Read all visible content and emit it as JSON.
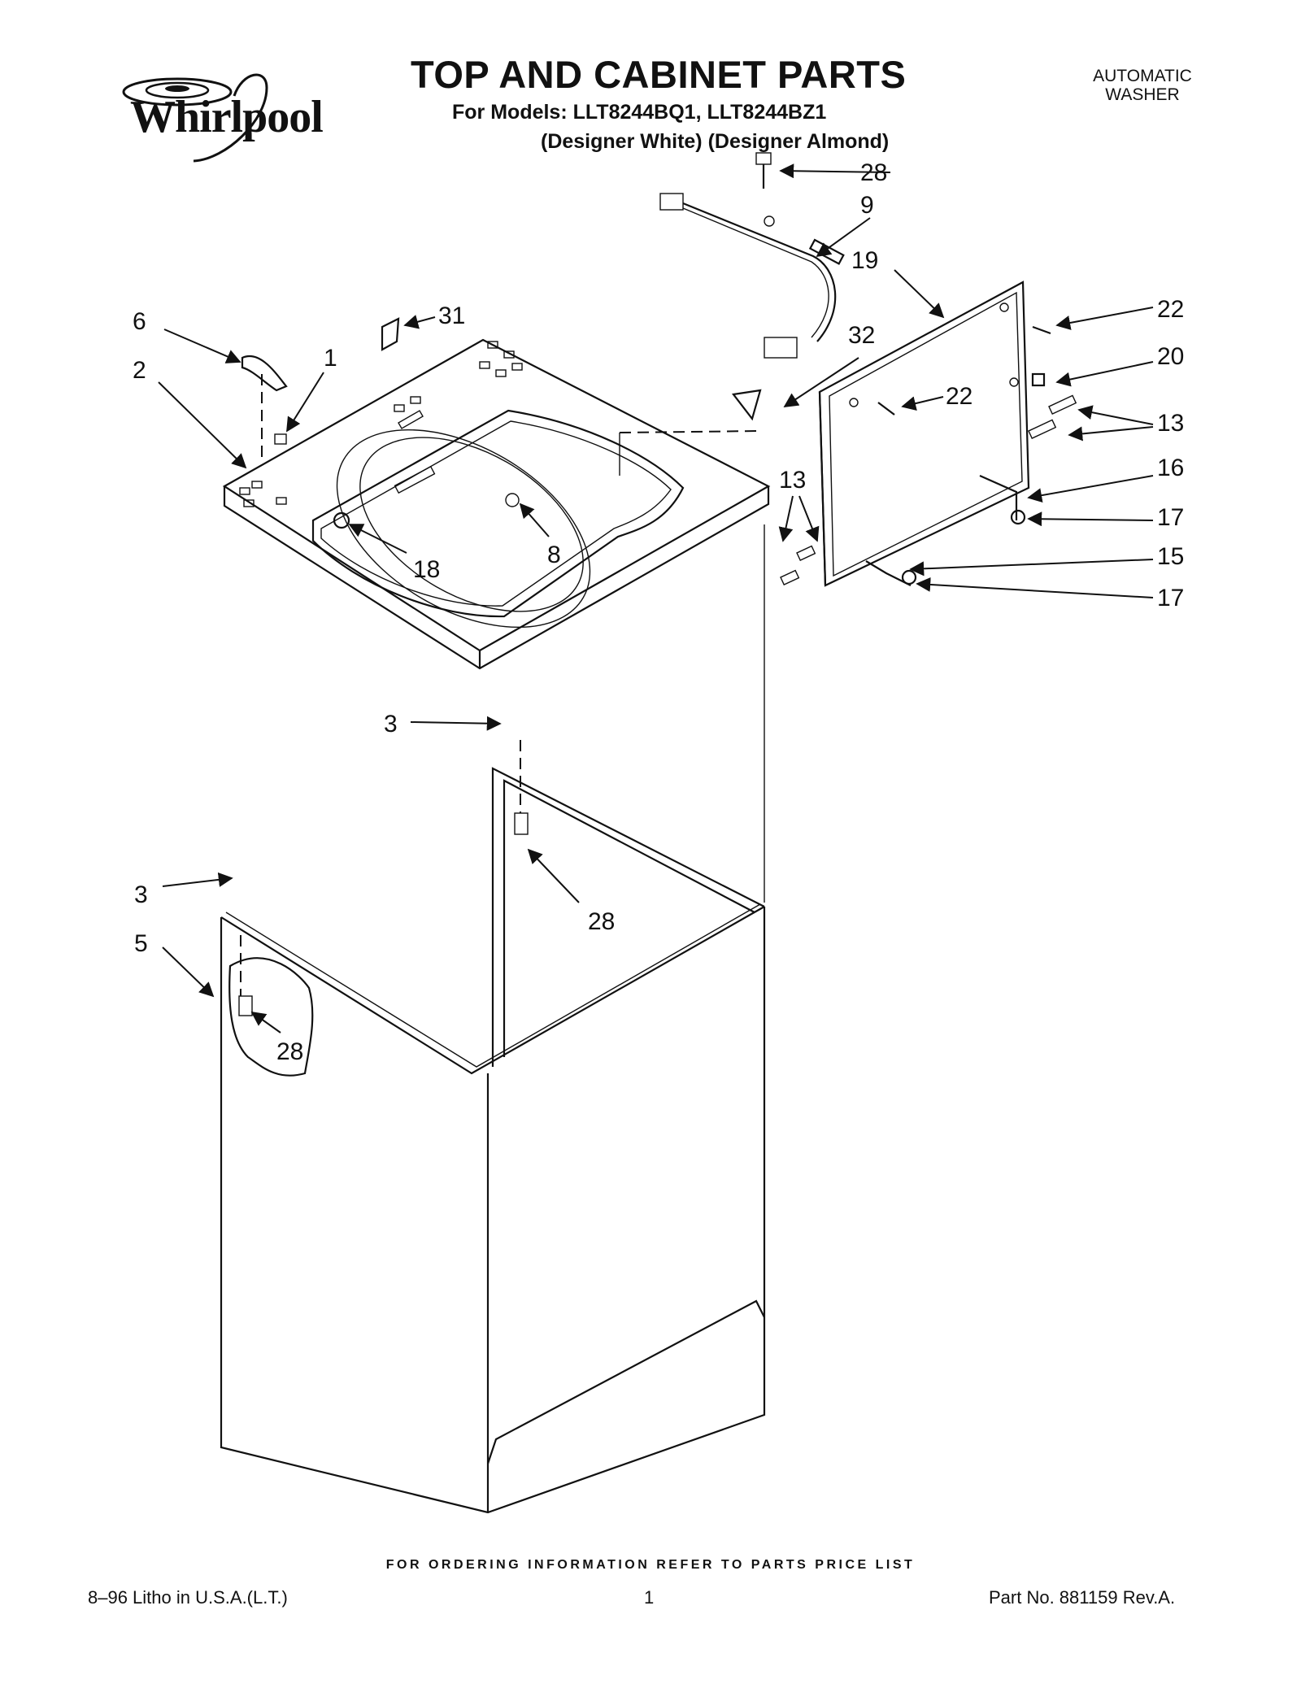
{
  "brand": {
    "logo_text": "Whirlpool"
  },
  "header": {
    "title": "TOP AND CABINET PARTS",
    "models_line": "For Models: LLT8244BQ1,  LLT8244BZ1",
    "variants_line": "(Designer White) (Designer Almond)",
    "product_type_line1": "AUTOMATIC",
    "product_type_line2": "WASHER"
  },
  "callouts": {
    "c28_top": "28",
    "c9": "9",
    "c19": "19",
    "c22_right": "22",
    "c20": "20",
    "c22_inner": "22",
    "c13_right": "13",
    "c16": "16",
    "c17_upper": "17",
    "c15": "15",
    "c17_lower": "17",
    "c13_left": "13",
    "c32": "32",
    "c31": "31",
    "c6": "6",
    "c1": "1",
    "c2": "2",
    "c18": "18",
    "c8": "8",
    "c3_top": "3",
    "c3_left": "3",
    "c5": "5",
    "c28_mid": "28",
    "c28_left": "28"
  },
  "footer": {
    "ordering_info": "FOR ORDERING INFORMATION REFER TO PARTS PRICE LIST",
    "litho": "8–96 Litho in U.S.A.(L.T.)",
    "page_number": "1",
    "part_number": "Part No. 881159 Rev.A."
  }
}
